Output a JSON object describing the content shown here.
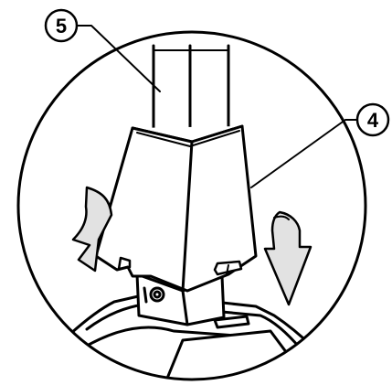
{
  "diagram": {
    "callouts": [
      {
        "id": "callout-5",
        "label": "5"
      },
      {
        "id": "callout-4",
        "label": "4"
      }
    ],
    "colors": {
      "ink": "#000000",
      "paper": "#ffffff",
      "shade": "#e2e2e2",
      "shade_dark": "#c9c9c9"
    },
    "arrows": [
      "left-down-arrow",
      "right-down-arrow"
    ]
  }
}
